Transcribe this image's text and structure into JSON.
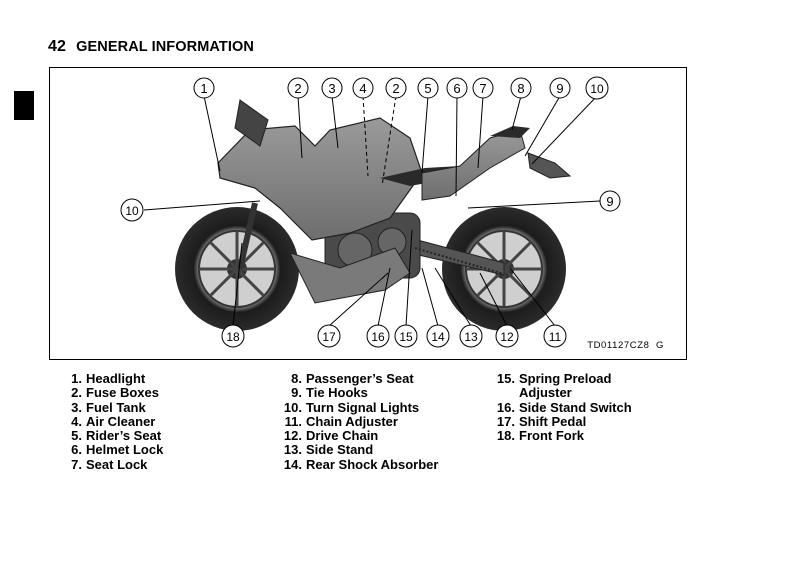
{
  "header": {
    "page_number": "42",
    "title": "GENERAL INFORMATION"
  },
  "figure": {
    "code": "TD01127CZ8",
    "suffix": "G"
  },
  "callouts": [
    "1",
    "2",
    "3",
    "4",
    "2",
    "5",
    "6",
    "7",
    "8",
    "9",
    "10",
    "10",
    "9",
    "18",
    "17",
    "16",
    "15",
    "14",
    "13",
    "12",
    "11"
  ],
  "legend": {
    "col1": [
      {
        "num": "1.",
        "label": "Headlight"
      },
      {
        "num": "2.",
        "label": "Fuse Boxes"
      },
      {
        "num": "3.",
        "label": "Fuel Tank"
      },
      {
        "num": "4.",
        "label": "Air Cleaner"
      },
      {
        "num": "5.",
        "label": "Rider’s Seat"
      },
      {
        "num": "6.",
        "label": "Helmet Lock"
      },
      {
        "num": "7.",
        "label": "Seat Lock"
      }
    ],
    "col2": [
      {
        "num": "8.",
        "label": "Passenger’s Seat"
      },
      {
        "num": "9.",
        "label": "Tie Hooks"
      },
      {
        "num": "10.",
        "label": "Turn Signal Lights"
      },
      {
        "num": "11.",
        "label": "Chain Adjuster"
      },
      {
        "num": "12.",
        "label": "Drive Chain"
      },
      {
        "num": "13.",
        "label": "Side Stand"
      },
      {
        "num": "14.",
        "label": "Rear Shock Absorber"
      }
    ],
    "col3": [
      {
        "num": "15.",
        "label": "Spring Preload",
        "cont": "Adjuster"
      },
      {
        "num": "16.",
        "label": "Side Stand Switch"
      },
      {
        "num": "17.",
        "label": "Shift Pedal"
      },
      {
        "num": "18.",
        "label": "Front Fork"
      }
    ]
  }
}
